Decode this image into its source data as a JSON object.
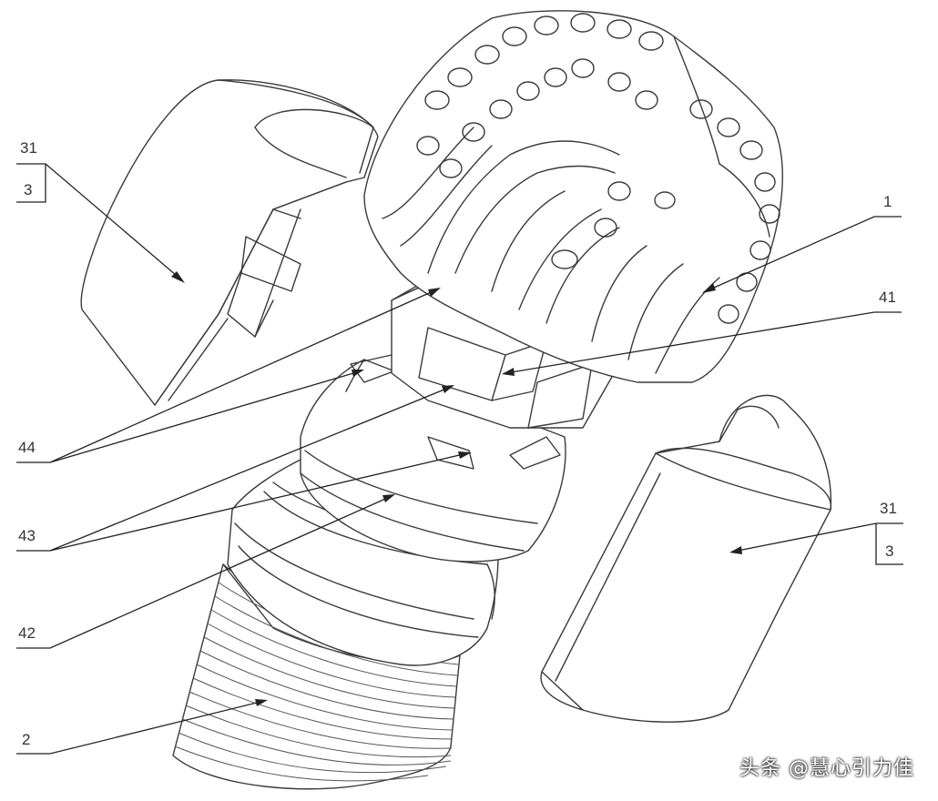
{
  "callouts": [
    {
      "id": "31",
      "text": "31"
    },
    {
      "id": "3",
      "text": "3"
    },
    {
      "id": "1",
      "text": "1"
    },
    {
      "id": "41",
      "text": "41"
    },
    {
      "id": "44",
      "text": "44"
    },
    {
      "id": "43",
      "text": "43"
    },
    {
      "id": "42",
      "text": "42"
    },
    {
      "id": "2",
      "text": "2"
    },
    {
      "id": "31b",
      "text": "31"
    },
    {
      "id": "3b",
      "text": "3"
    }
  ],
  "watermark": "头条 @慧心引力佳"
}
